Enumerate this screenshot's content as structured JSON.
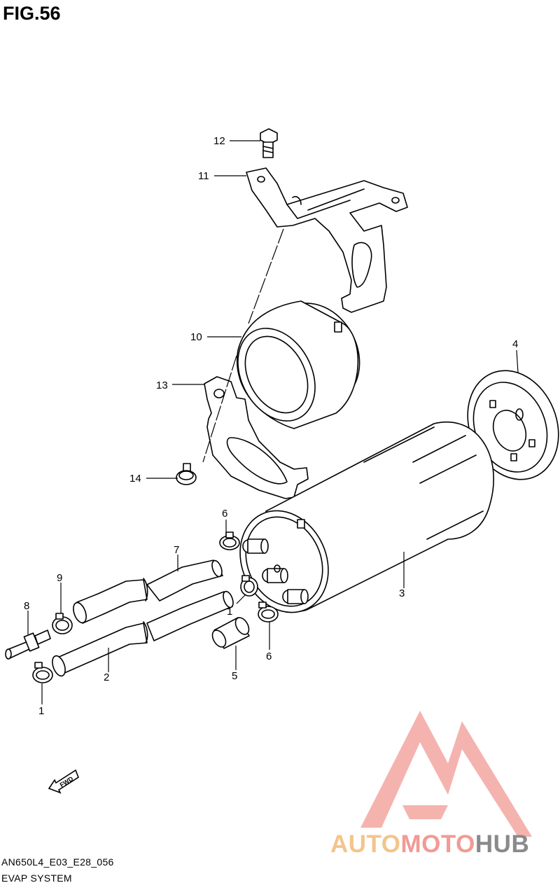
{
  "figure": {
    "title": "FIG.56",
    "model_code": "AN650L4_E03_E28_056",
    "section_name": "EVAP SYSTEM"
  },
  "callouts": {
    "c12": "12",
    "c11": "11",
    "c10": "10",
    "c13": "13",
    "c4": "4",
    "c14": "14",
    "c3": "3",
    "c6a": "6",
    "c7": "7",
    "c9": "9",
    "c8": "8",
    "c1a": "1",
    "c2": "2",
    "c5": "5",
    "c6b": "6",
    "c1b": "1"
  },
  "fwd_label": "FWD",
  "watermark": {
    "part1": "AUTO",
    "part2": "MOTO",
    "part3": "HUB",
    "color_auto": "#f4c48c",
    "color_moto": "#f29a94",
    "color_hub": "#8a8a8a",
    "logo_color": "#f29a94"
  }
}
